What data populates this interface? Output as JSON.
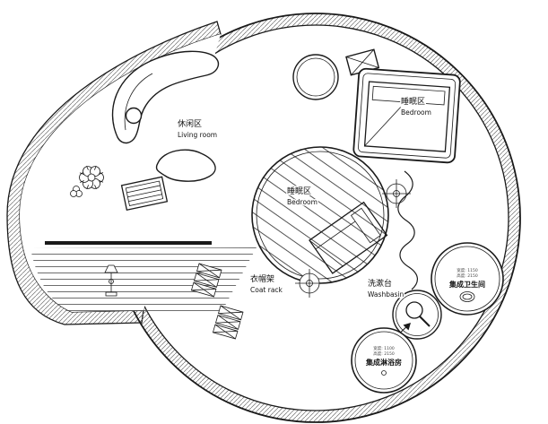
{
  "labels": {
    "living": {
      "zh": "休闲区",
      "en": "Living room"
    },
    "bedroom_upper": {
      "zh": "睡眠区",
      "en": "Bedroom"
    },
    "bedroom_center": {
      "zh": "睡眠区",
      "en": "Bedroom"
    },
    "coat_rack": {
      "zh": "衣帽架",
      "en": "Coat rack"
    },
    "washbasin": {
      "zh": "洗漱台",
      "en": "Washbasin"
    },
    "bathroom_unit": {
      "spec_line1": "宽度: 1150",
      "spec_line2": "高度: 2150",
      "name": "集成卫生间"
    },
    "shower_unit": {
      "spec_line1": "宽度: 1100",
      "spec_line2": "高度: 2150",
      "name": "集成淋浴房"
    }
  },
  "colors": {
    "line": "#1a1a1a",
    "wall_hatch": "#6f6f6f",
    "floor_stripe": "#4a4a4a",
    "pod_stripe": "#3f3f3f",
    "background": "#ffffff"
  }
}
